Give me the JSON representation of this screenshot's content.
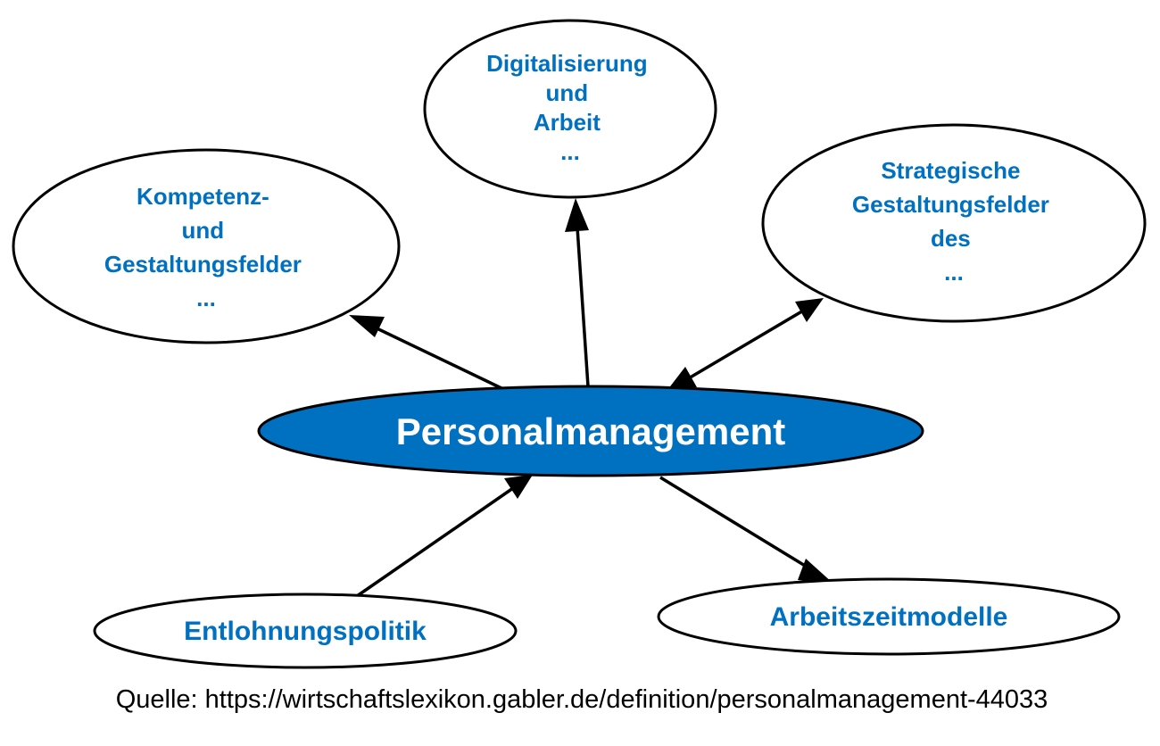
{
  "colors": {
    "label": "#0070c0",
    "center_fill": "#0070c0",
    "center_text": "#ffffff",
    "node_fill": "#ffffff",
    "stroke": "#000000",
    "source_text": "#000000"
  },
  "center": {
    "label": "Personalmanagement"
  },
  "nodes": {
    "digitalisierung": {
      "lines": [
        "Digitalisierung",
        "und",
        "Arbeit",
        "..."
      ]
    },
    "kompetenz": {
      "lines": [
        "Kompetenz-",
        "und",
        "Gestaltungsfelder",
        "..."
      ]
    },
    "strategische": {
      "lines": [
        "Strategische",
        "Gestaltungsfelder",
        "des",
        "..."
      ]
    },
    "entlohnung": {
      "lines": [
        "Entlohnungspolitik"
      ]
    },
    "arbeitszeit": {
      "lines": [
        "Arbeitszeitmodelle"
      ]
    }
  },
  "source": "Quelle: https://wirtschaftslexikon.gabler.de/definition/personalmanagement-44033"
}
